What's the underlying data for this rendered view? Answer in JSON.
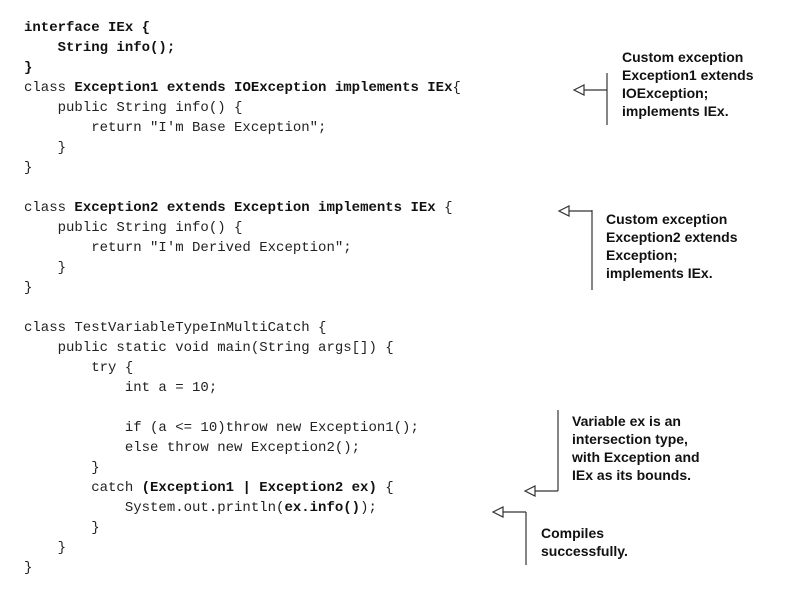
{
  "code": {
    "lines": [
      [
        {
          "t": "interface IEx {",
          "b": true
        }
      ],
      [
        {
          "t": "    "
        },
        {
          "t": "String info();",
          "b": true
        }
      ],
      [
        {
          "t": "}",
          "b": true
        }
      ],
      [
        {
          "t": "class "
        },
        {
          "t": "Exception1 extends IOException implements IEx",
          "b": true
        },
        {
          "t": "{"
        }
      ],
      [
        {
          "t": "    public String info() {"
        }
      ],
      [
        {
          "t": "        return \"I'm Base Exception\";"
        }
      ],
      [
        {
          "t": "    }"
        }
      ],
      [
        {
          "t": "}"
        }
      ],
      [
        {
          "t": ""
        }
      ],
      [
        {
          "t": "class "
        },
        {
          "t": "Exception2 extends Exception implements IEx",
          "b": true
        },
        {
          "t": " {"
        }
      ],
      [
        {
          "t": "    public String info() {"
        }
      ],
      [
        {
          "t": "        return \"I'm Derived Exception\";"
        }
      ],
      [
        {
          "t": "    }"
        }
      ],
      [
        {
          "t": "}"
        }
      ],
      [
        {
          "t": ""
        }
      ],
      [
        {
          "t": "class TestVariableTypeInMultiCatch {"
        }
      ],
      [
        {
          "t": "    public static void main(String args[]) {"
        }
      ],
      [
        {
          "t": "        try {"
        }
      ],
      [
        {
          "t": "            int a = 10;"
        }
      ],
      [
        {
          "t": ""
        }
      ],
      [
        {
          "t": "            if (a <= 10)throw new Exception1();"
        }
      ],
      [
        {
          "t": "            else throw new Exception2();"
        }
      ],
      [
        {
          "t": "        }"
        }
      ],
      [
        {
          "t": "        catch "
        },
        {
          "t": "(Exception1 | Exception2 ex)",
          "b": true
        },
        {
          "t": " {"
        }
      ],
      [
        {
          "t": "            System.out.println("
        },
        {
          "t": "ex.info()",
          "b": true
        },
        {
          "t": ");"
        }
      ],
      [
        {
          "t": "        }"
        }
      ],
      [
        {
          "t": "    }"
        }
      ],
      [
        {
          "t": "}"
        }
      ]
    ]
  },
  "annotations": [
    {
      "id": "exception1",
      "lines": [
        "Custom exception",
        "Exception1 extends",
        "IOException;",
        "implements IEx."
      ]
    },
    {
      "id": "exception2",
      "lines": [
        "Custom exception",
        "Exception2 extends",
        "Exception;",
        "implements IEx."
      ]
    },
    {
      "id": "intersection",
      "lines": [
        "Variable ex is an",
        "intersection type,",
        "with Exception and",
        "IEx as its bounds."
      ]
    },
    {
      "id": "compiles",
      "lines": [
        "Compiles",
        "successfully."
      ]
    }
  ],
  "colors": {
    "code_text": "#222222",
    "annotation_text": "#111111",
    "callout_line": "#333333",
    "background": "#ffffff"
  }
}
